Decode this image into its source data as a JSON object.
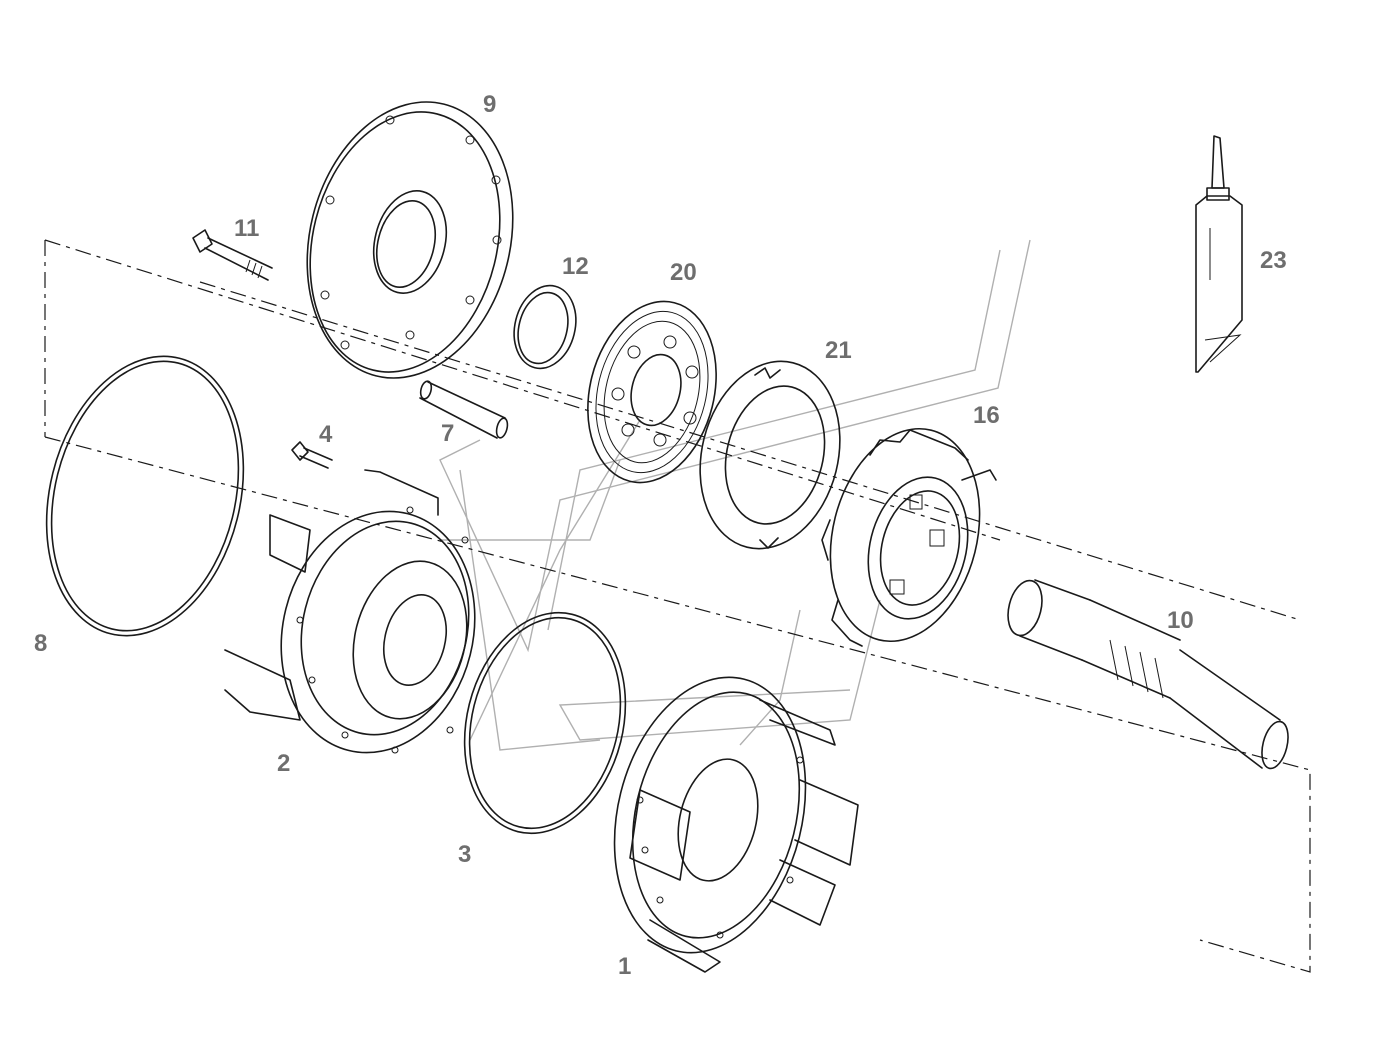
{
  "labels": {
    "p1": "1",
    "p2": "2",
    "p3": "3",
    "p4": "4",
    "p7": "7",
    "p8": "8",
    "p9": "9",
    "p10": "10",
    "p11": "11",
    "p12": "12",
    "p16": "16",
    "p20": "20",
    "p21": "21",
    "p23": "23"
  }
}
